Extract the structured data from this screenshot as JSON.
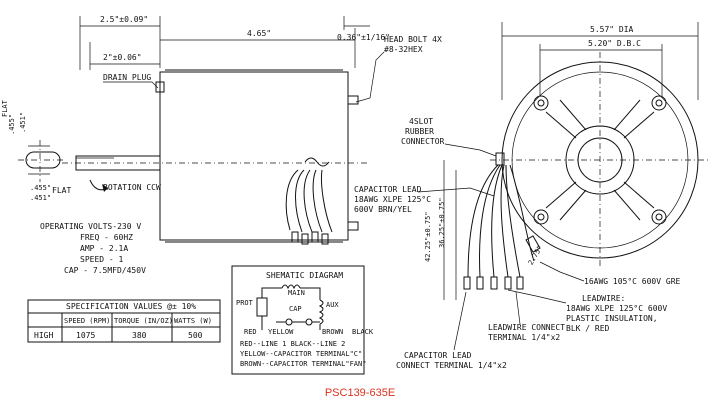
{
  "dimensions": {
    "shaft_to_back": "2.5\"±0.09\"",
    "shaft_to_drain": "2\"±0.06\"",
    "body_length": "4.65\"",
    "bolt_protrusion": "0.36\"±1/16\"",
    "dia": "5.57\" DIA",
    "bolt_circle": "5.20\" D.B.C",
    "flat_455_top": ".455\"",
    "flat_451_top": ".451\"",
    "flat_top": "FLAT",
    "flat_455_bot": ".455\"",
    "flat_451_bot": ".451\"",
    "flat_bot": "FLAT",
    "lead_4225": "42.25\"±0.75\"",
    "lead_3625": "36.25\"±0.75\"",
    "lead_275": "2.75\""
  },
  "callouts": {
    "head_bolt_line1": "HEAD BOLT 4X",
    "head_bolt_line2": "#8-32HEX",
    "drain_plug": "DRAIN PLUG",
    "rotation": "ROTATION CCW",
    "slot_line1": "4SLOT",
    "slot_line2": "RUBBER",
    "slot_line3": "CONNECTOR",
    "cap_lead_line1": "CAPACITOR LEAD",
    "cap_lead_line2": "18AWG XLPE 125°C",
    "cap_lead_line3": "600V BRN/YEL",
    "ground_lead": "16AWG 105°C 600V  GRE",
    "leadwire_line1": "LEADWIRE:",
    "leadwire_line2": "18AWG XLPE 125°C 600V",
    "leadwire_line3": "PLASTIC INSULATION,",
    "leadwire_line4": "BLK / RED",
    "leadwire_conn_line1": "LEADWIRE CONNECT",
    "leadwire_conn_line2": "TERMINAL 1/4\"x2",
    "cap_conn_line1": "CAPACITOR LEAD",
    "cap_conn_line2": "CONNECT TERMINAL 1/4\"x2"
  },
  "operating": {
    "volts": "OPERATING VOLTS-230 V",
    "freq": "FREQ - 60HZ",
    "amp": "AMP  - 2.1A",
    "speed": "SPEED - 1",
    "cap": "CAP - 7.5MFD/450V"
  },
  "schematic": {
    "title": "SHEMATIC DIAGRAM",
    "main": "MAIN",
    "prot": "PROT",
    "cap": "CAP",
    "aux": "AUX",
    "red": "RED",
    "yellow": "YELLOW",
    "brown": "BROWN",
    "black": "BLACK",
    "legend1": "RED--LINE 1  BLACK--LINE 2",
    "legend2": "YELLOW--CAPACITOR TERMINAL\"C\"",
    "legend3": "BROWN--CAPACITOR TERMINAL\"FAN\""
  },
  "spec_table": {
    "title": "SPECIFICATION VALUES  @± 10%",
    "headers": [
      "",
      "SPEED (RPM)",
      "TORQUE (IN/OZ)",
      "WATTS  (W)"
    ],
    "row": [
      "HIGH",
      "1075",
      "380",
      "500"
    ]
  },
  "model": "PSC139-635E",
  "colors": {
    "line": "#111111",
    "model_text": "#d9321f",
    "background": "#ffffff"
  }
}
